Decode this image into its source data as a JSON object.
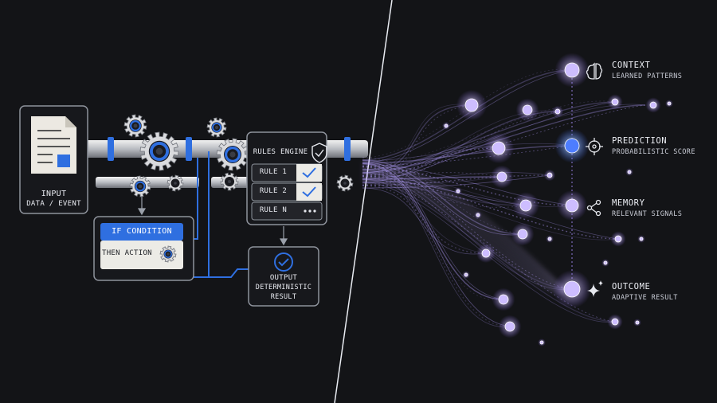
{
  "input": {
    "title": "INPUT",
    "subtitle": "DATA / EVENT"
  },
  "condition": {
    "if_label": "IF CONDITION",
    "then_label": "THEN ACTION"
  },
  "rules_engine": {
    "title": "RULES ENGINE",
    "rules": [
      {
        "label": "RULE 1",
        "mark": "check-icon"
      },
      {
        "label": "RULE 2",
        "mark": "check-icon"
      },
      {
        "label": "RULE N",
        "mark": "ellipsis-icon"
      }
    ]
  },
  "output": {
    "title": "OUTPUT",
    "line2": "DETERMINISTIC",
    "line3": "RESULT"
  },
  "ai_labels": [
    {
      "icon": "brain-icon",
      "title": "CONTEXT",
      "subtitle": "LEARNED PATTERNS"
    },
    {
      "icon": "target-icon",
      "title": "PREDICTION",
      "subtitle": "PROBABILISTIC SCORE"
    },
    {
      "icon": "network-icon",
      "title": "MEMORY",
      "subtitle": "RELEVANT SIGNALS"
    },
    {
      "icon": "sparkle-icon",
      "title": "OUTCOME",
      "subtitle": "ADAPTIVE RESULT"
    }
  ],
  "colors": {
    "accent_blue": "#2f6fe0",
    "glow_purple": "#b39dff",
    "background": "#131417"
  }
}
